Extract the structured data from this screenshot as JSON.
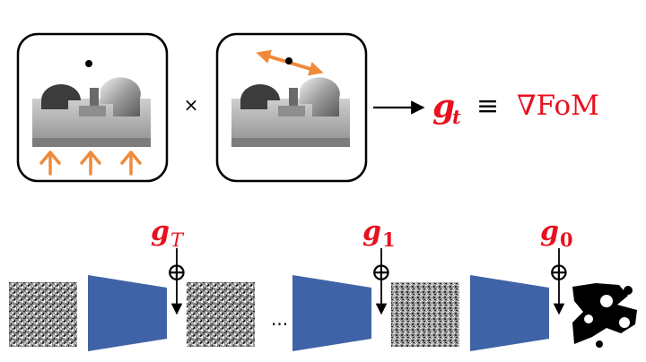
{
  "top_panels": {
    "operator": "×",
    "grad_symbol": "g",
    "grad_subscript": "t",
    "equiv": "≡",
    "fom": "∇FoM"
  },
  "pipeline": {
    "stages": [
      {
        "symbol": "g",
        "subscript": "T"
      },
      {
        "symbol": "g",
        "subscript": "1"
      },
      {
        "symbol": "g",
        "subscript": "0"
      }
    ],
    "ellipsis": "...",
    "plus_symbol": "⊕"
  },
  "colors": {
    "accent_red": "#e8101e",
    "arrow_orange": "#ef8a3b",
    "network_blue": "#3f63a6",
    "ink": "#000000"
  }
}
